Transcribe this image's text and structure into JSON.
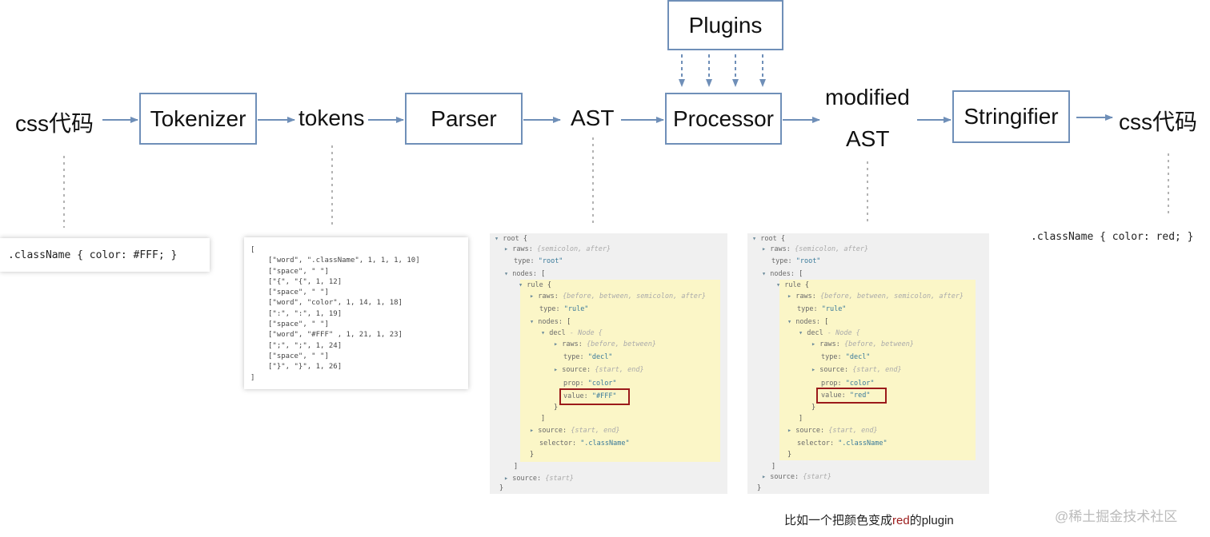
{
  "stages": {
    "input_label": "css代码",
    "tokenizer": "Tokenizer",
    "tokens_label": "tokens",
    "parser": "Parser",
    "ast_label": "AST",
    "processor": "Processor",
    "plugins": "Plugins",
    "modified_label_1": "modified",
    "modified_label_2": "AST",
    "stringifier": "Stringifier",
    "output_label": "css代码"
  },
  "input_code": ".className { color: #FFF; }",
  "output_code": {
    "prefix": ".className { color: ",
    "value": "red",
    "suffix": "; }"
  },
  "tokens_panel": {
    "open": "[",
    "rows": [
      "[\"word\", \".className\", 1, 1, 1, 10]",
      "[\"space\", \" \"]",
      "[\"{\", \"{\", 1, 12]",
      "[\"space\", \" \"]",
      "[\"word\", \"color\", 1, 14, 1, 18]",
      "[\":\", \":\", 1, 19]",
      "[\"space\", \" \"]",
      "[\"word\", \"#FFF\" , 1, 21, 1, 23]",
      "[\";\", \";\", 1, 24]",
      "[\"space\", \" \"]",
      "[\"}\", \"}\", 1, 26]"
    ],
    "close": "]"
  },
  "ast_original": {
    "root": "root",
    "raws_keys": "{semicolon, after}",
    "root_type": "\"root\"",
    "rule": "rule",
    "rule_raws": "{before, between, semicolon, after}",
    "rule_type": "\"rule\"",
    "decl": "decl",
    "decl_note": "- Node {",
    "decl_raws": "{before, between}",
    "decl_type": "\"decl\"",
    "decl_source": "{start, end}",
    "prop": "\"color\"",
    "value": "\"#FFF\"",
    "rule_source": "{start, end}",
    "selector": "\".className\"",
    "root_source": "{start}"
  },
  "ast_modified": {
    "value": "\"red\""
  },
  "caption": {
    "before": "比如一个把颜色变成",
    "red": "red",
    "after": "的plugin"
  },
  "watermark": "@稀土掘金技术社区",
  "colors": {
    "box_border": "#6f8fb8",
    "arrow": "#6f8fb8",
    "highlight": "#9b1a1a",
    "ast_bg": "#f0f0f0",
    "ast_yellow": "#fbf6c7"
  }
}
